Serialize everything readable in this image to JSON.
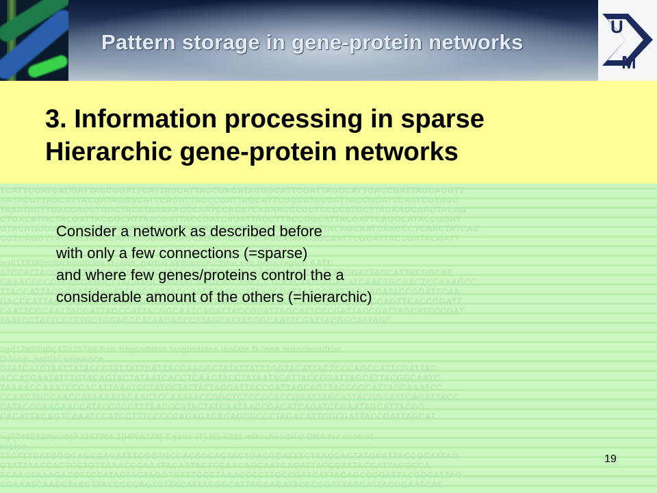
{
  "banner": {
    "title": "Pattern storage in gene-protein networks"
  },
  "logo": {
    "letter_top": "U",
    "letter_bottom": "M"
  },
  "slide": {
    "title_line1": "3. Information processing in sparse",
    "title_line2": "Hierarchic gene-protein networks",
    "body_lines": [
      "Consider a network as described before",
      "with only a few connections (=sparse)",
      "and where few genes/proteins control the a",
      "considerable amount of the others (=hierarchic)"
    ],
    "page_number": "19"
  },
  "colors": {
    "title_band": "#fefe98",
    "background": "#cbf6c0",
    "logo_navy": "#1c2a5e"
  }
}
